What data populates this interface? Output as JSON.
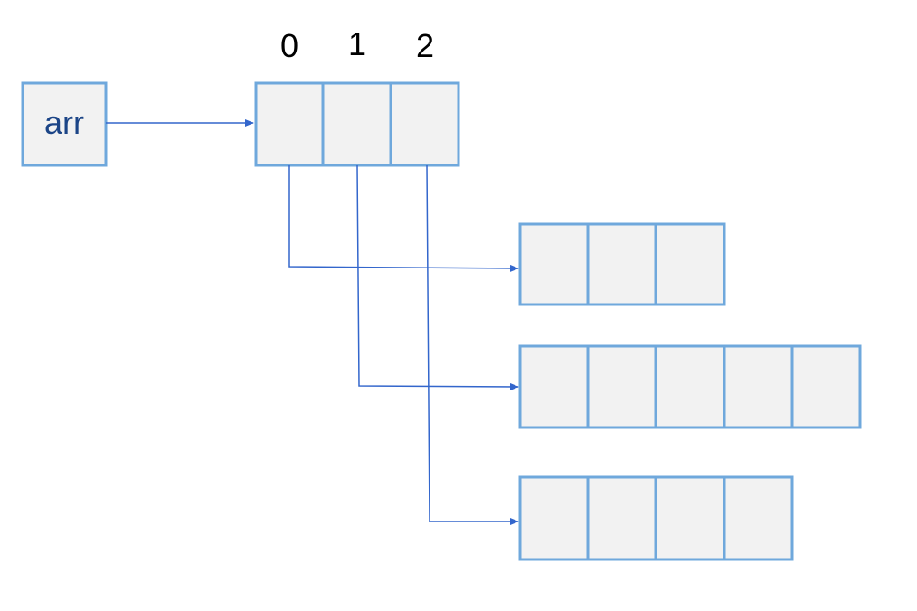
{
  "variable": {
    "name": "arr"
  },
  "outer_array": {
    "indices": [
      "0",
      "1",
      "2"
    ]
  },
  "rows": [
    {
      "length": 3
    },
    {
      "length": 5
    },
    {
      "length": 4
    }
  ],
  "colors": {
    "cell_fill": "#f2f2f2",
    "cell_border": "#6fa8dc",
    "arrow": "#3366cc",
    "variable_text": "#1c4587",
    "index_text": "#000000"
  }
}
